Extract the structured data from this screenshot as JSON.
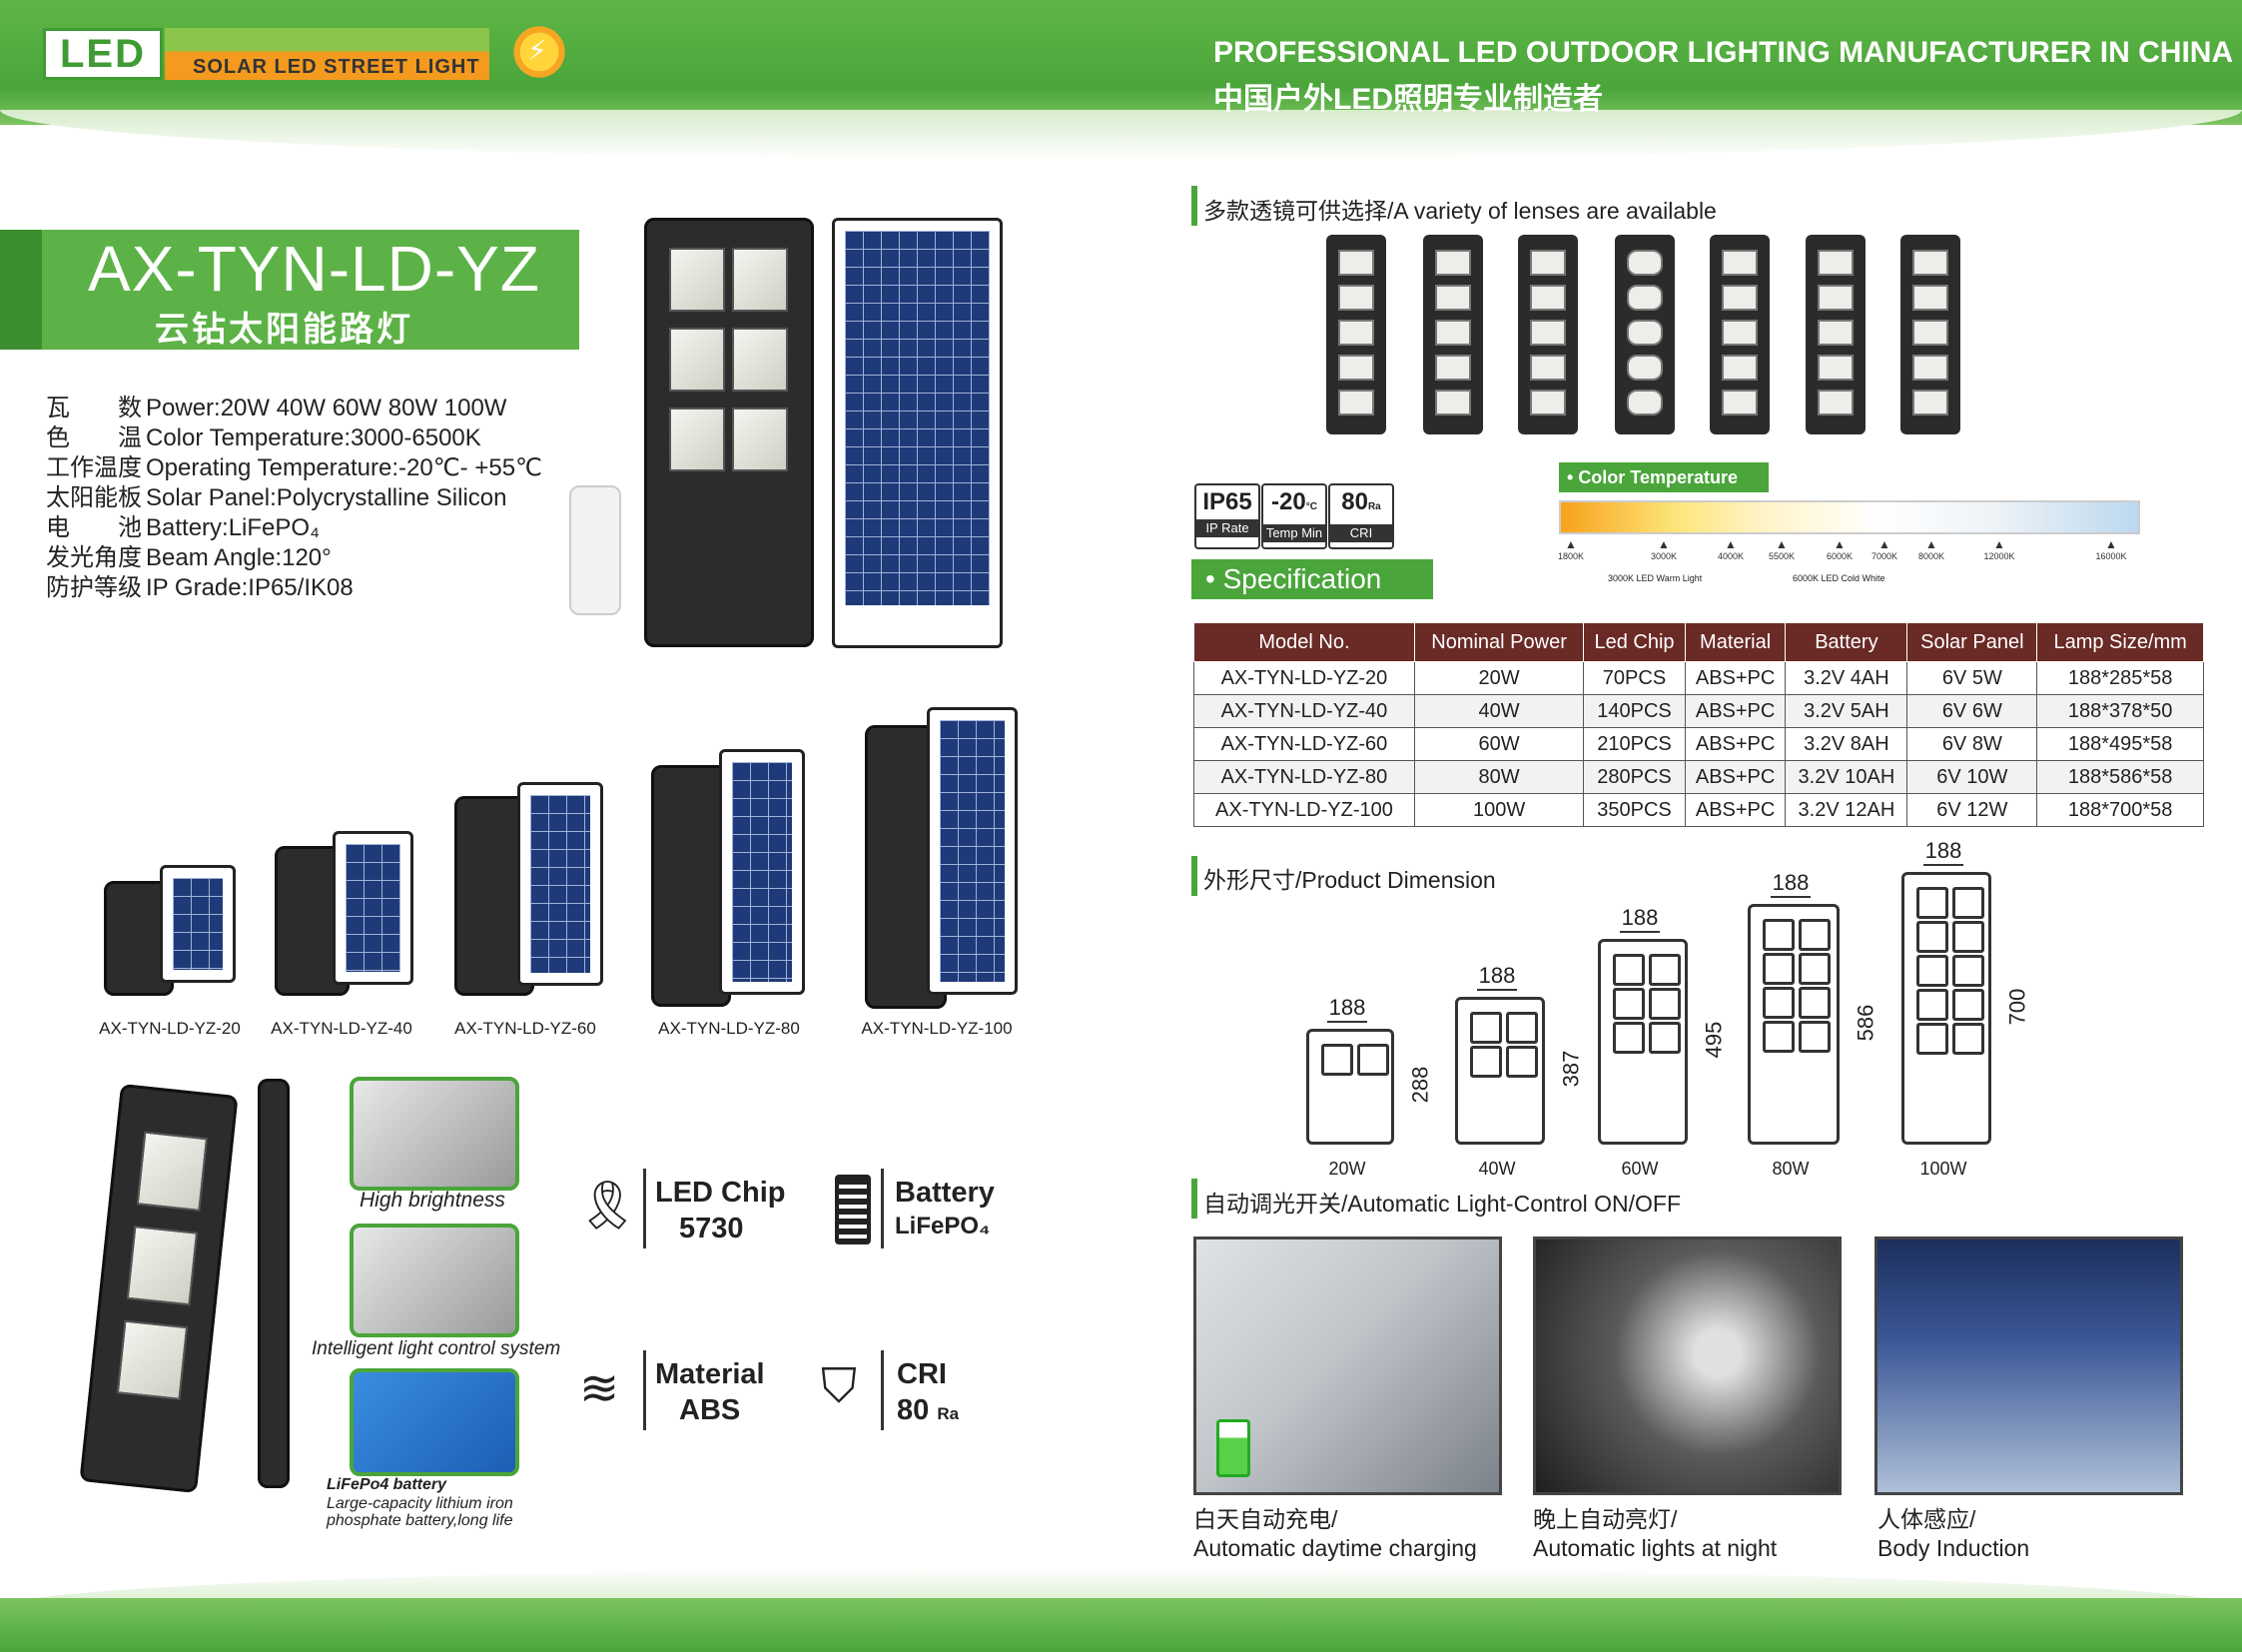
{
  "header": {
    "logo_text": "LED",
    "logo_sub": "SOLAR LED STREET LIGHT",
    "tagline_en": "PROFESSIONAL LED OUTDOOR LIGHTING MANUFACTURER IN CHINA",
    "tagline_cn": "中国户外LED照明专业制造者"
  },
  "product": {
    "model": "AX-TYN-LD-YZ",
    "name_cn": "云钻太阳能路灯"
  },
  "specs": [
    {
      "cn": "瓦　　数",
      "en": "Power:20W 40W 60W 80W 100W"
    },
    {
      "cn": "色　　温",
      "en": "Color Temperature:3000-6500K"
    },
    {
      "cn": "工作温度",
      "en": "Operating Temperature:-20℃- +55℃"
    },
    {
      "cn": "太阳能板",
      "en": "Solar Panel:Polycrystalline Silicon"
    },
    {
      "cn": "电　　池",
      "en": "Battery:LiFePO₄"
    },
    {
      "cn": "发光角度",
      "en": "Beam Angle:120°"
    },
    {
      "cn": "防护等级",
      "en": "IP Grade:IP65/IK08"
    }
  ],
  "thumbnails": [
    "AX-TYN-LD-YZ-20",
    "AX-TYN-LD-YZ-40",
    "AX-TYN-LD-YZ-60",
    "AX-TYN-LD-YZ-80",
    "AX-TYN-LD-YZ-100"
  ],
  "features": [
    {
      "label": "High brightness"
    },
    {
      "label": "Intelligent light control system"
    },
    {
      "label": "LiFePo4 battery",
      "sub": "Large-capacity lithium iron phosphate battery,long life"
    }
  ],
  "spec_icons": [
    {
      "icon": "ribbon-icon",
      "title": "LED Chip",
      "value": "5730"
    },
    {
      "icon": "battery-icon",
      "title": "Battery",
      "value": "LiFePO₄"
    },
    {
      "icon": "layers-icon",
      "title": "Material",
      "value": "ABS"
    },
    {
      "icon": "eye-shield-icon",
      "title": "CRI",
      "value": "80",
      "unit": "Ra"
    }
  ],
  "lenses": {
    "title": "多款透镜可供选择/A variety of lenses are available"
  },
  "badges": [
    {
      "big": "IP65",
      "small": "IP Rate"
    },
    {
      "big": "-20",
      "unit": "°C",
      "small": "Temp Min"
    },
    {
      "big": "80",
      "unit": "Ra",
      "small": "CRI"
    }
  ],
  "color_temperature": {
    "label": "Color Temperature",
    "ticks": [
      "1800K",
      "3000K",
      "4000K",
      "5500K",
      "6000K",
      "7000K",
      "8000K",
      "12000K",
      "16000K"
    ],
    "warm_note": "3000K LED Warm Light",
    "cold_note": "6000K LED Cold White"
  },
  "specification": {
    "title": "Specification",
    "headers": [
      "Model No.",
      "Nominal Power",
      "Led Chip",
      "Material",
      "Battery",
      "Solar Panel",
      "Lamp Size/mm"
    ],
    "rows": [
      [
        "AX-TYN-LD-YZ-20",
        "20W",
        "70PCS",
        "ABS+PC",
        "3.2V 4AH",
        "6V 5W",
        "188*285*58"
      ],
      [
        "AX-TYN-LD-YZ-40",
        "40W",
        "140PCS",
        "ABS+PC",
        "3.2V 5AH",
        "6V 6W",
        "188*378*50"
      ],
      [
        "AX-TYN-LD-YZ-60",
        "60W",
        "210PCS",
        "ABS+PC",
        "3.2V 8AH",
        "6V 8W",
        "188*495*58"
      ],
      [
        "AX-TYN-LD-YZ-80",
        "80W",
        "280PCS",
        "ABS+PC",
        "3.2V 10AH",
        "6V 10W",
        "188*586*58"
      ],
      [
        "AX-TYN-LD-YZ-100",
        "100W",
        "350PCS",
        "ABS+PC",
        "3.2V 12AH",
        "6V 12W",
        "188*700*58"
      ]
    ]
  },
  "dimension": {
    "title": "外形尺寸/Product Dimension",
    "items": [
      {
        "width": "188",
        "height": "288",
        "power": "20W"
      },
      {
        "width": "188",
        "height": "387",
        "power": "40W"
      },
      {
        "width": "188",
        "height": "495",
        "power": "60W"
      },
      {
        "width": "188",
        "height": "586",
        "power": "80W"
      },
      {
        "width": "188",
        "height": "700",
        "power": "100W"
      }
    ]
  },
  "light_control": {
    "title": "自动调光开关/Automatic Light-Control ON/OFF",
    "items": [
      {
        "cn": "白天自动充电/",
        "en": "Automatic daytime charging"
      },
      {
        "cn": "晚上自动亮灯/",
        "en": "Automatic lights at night"
      },
      {
        "cn": "人体感应/",
        "en": "Body Induction"
      }
    ]
  }
}
